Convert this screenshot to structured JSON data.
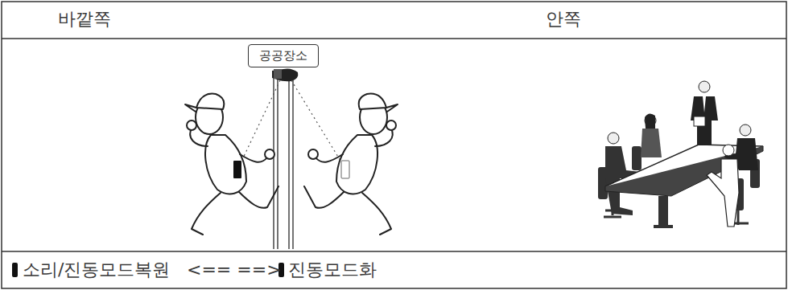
{
  "diagram": {
    "nodes": [
      {
        "text": [
          "공공장소"
        ]
      }
    ],
    "labels": [
      "바깥쪽",
      "안쪽",
      "소리/진동모드복원",
      "<== ==>",
      "진동모드화"
    ]
  }
}
